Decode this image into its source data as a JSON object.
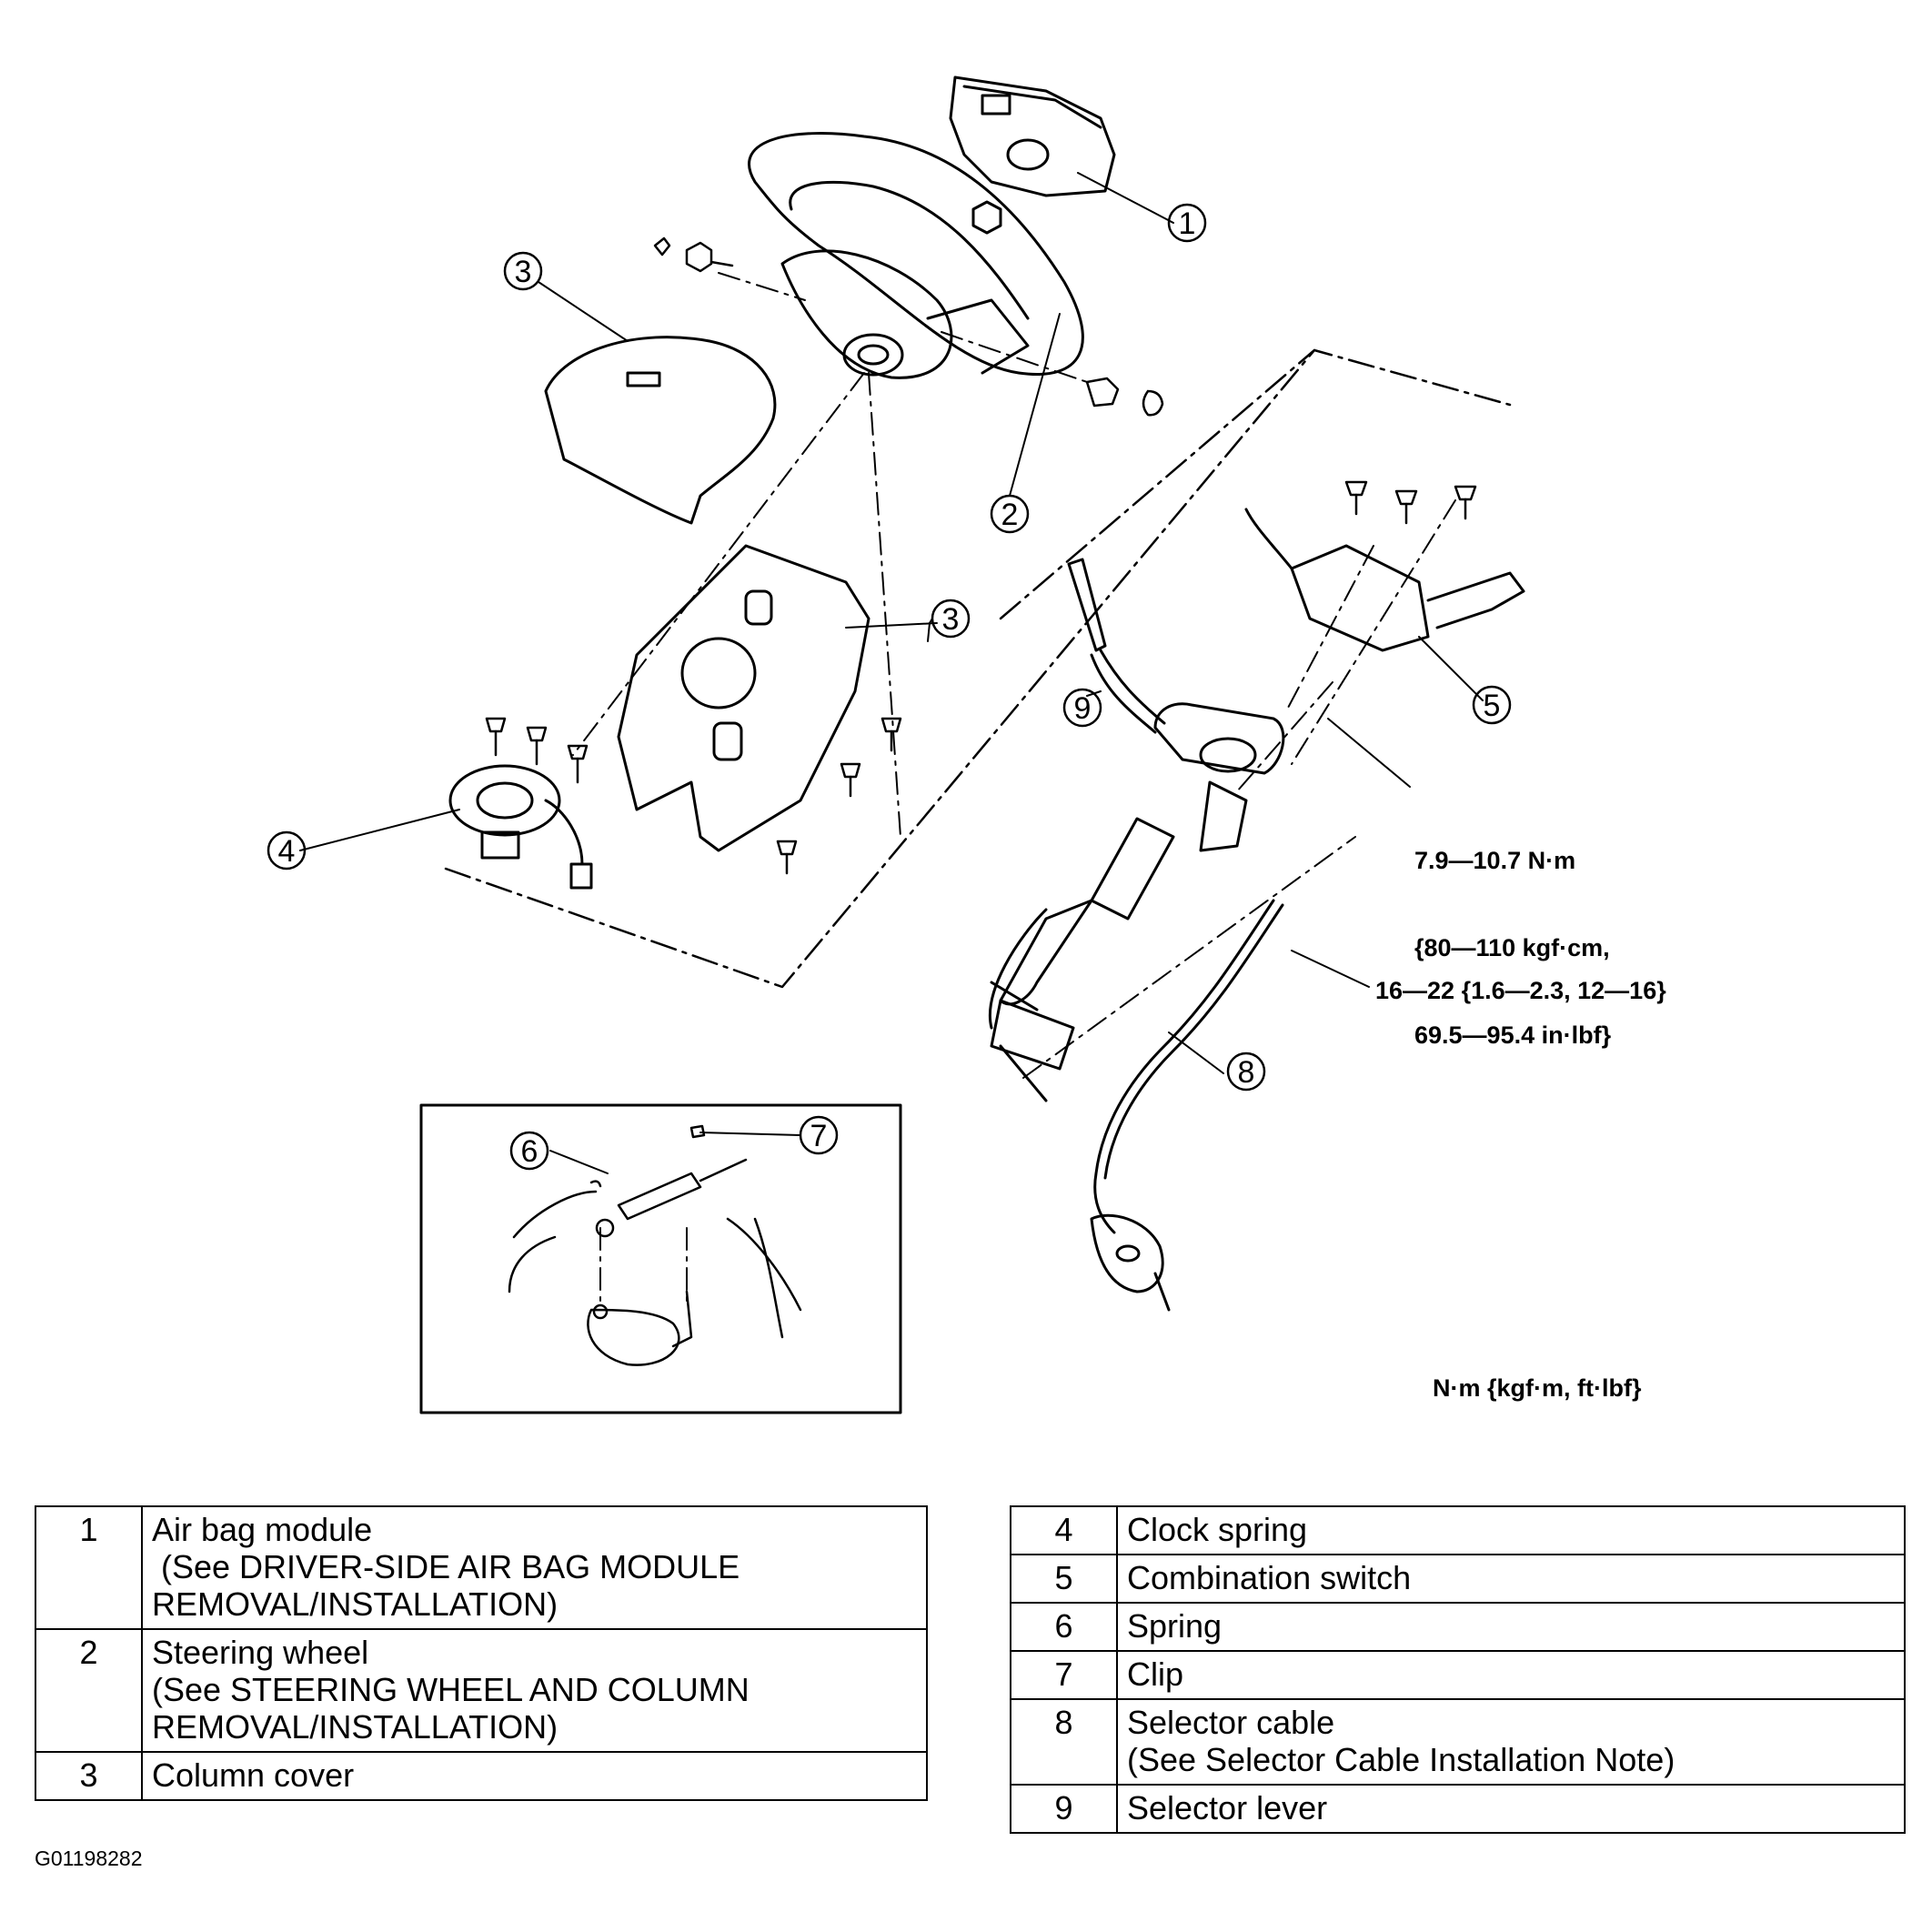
{
  "diagram": {
    "callouts": [
      "1",
      "2",
      "3",
      "3",
      "4",
      "5",
      "6",
      "7",
      "8",
      "9"
    ],
    "torque_specs": {
      "bolt_spec": [
        "7.9—10.7 N·m",
        "{80—110 kgf·cm,",
        "69.5—95.4 in·lbf}"
      ],
      "nut_spec": "16—22 {1.6—2.3, 12—16}",
      "units": "N·m {kgf·m, ft·lbf}"
    }
  },
  "legend_left": [
    {
      "num": "1",
      "lines": [
        "Air bag module",
        " (See DRIVER-SIDE AIR BAG MODULE",
        "REMOVAL/INSTALLATION)"
      ]
    },
    {
      "num": "2",
      "lines": [
        "Steering wheel",
        "(See STEERING WHEEL AND COLUMN",
        "REMOVAL/INSTALLATION)"
      ]
    },
    {
      "num": "3",
      "lines": [
        "Column cover"
      ]
    }
  ],
  "legend_right": [
    {
      "num": "4",
      "lines": [
        "Clock spring"
      ]
    },
    {
      "num": "5",
      "lines": [
        "Combination switch"
      ]
    },
    {
      "num": "6",
      "lines": [
        "Spring"
      ]
    },
    {
      "num": "7",
      "lines": [
        "Clip"
      ]
    },
    {
      "num": "8",
      "lines": [
        "Selector cable",
        "(See Selector Cable Installation Note)"
      ]
    },
    {
      "num": "9",
      "lines": [
        "Selector lever"
      ]
    }
  ],
  "figure_id": "G01198282"
}
